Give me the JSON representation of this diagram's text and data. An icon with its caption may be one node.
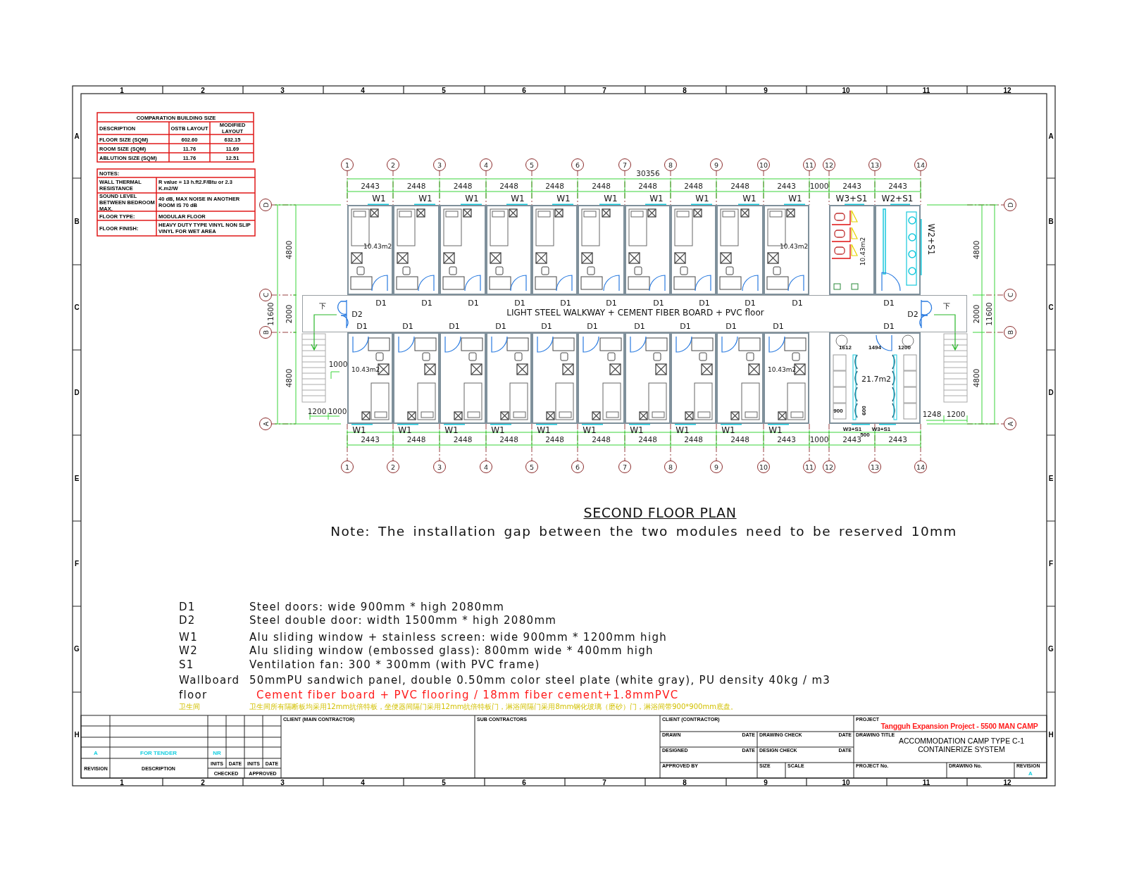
{
  "diagram": {
    "title": "SECOND FLOOR PLAN",
    "caption": "Note: The installation gap between the two modules need to be reserved 10mm",
    "nodes": [
      {
        "text": [
          "10.43m2"
        ]
      },
      {
        "text": [],
        "shape": "box"
      },
      {
        "text": [],
        "shape": "box"
      },
      {
        "text": [],
        "shape": "box"
      },
      {
        "text": [],
        "shape": "box"
      },
      {
        "text": [],
        "shape": "box"
      },
      {
        "text": [],
        "shape": "box"
      },
      {
        "text": [],
        "shape": "box"
      },
      {
        "text": [],
        "shape": "box"
      },
      {
        "text": [
          "10.43m2"
        ]
      },
      {
        "text": [
          "10.43m2"
        ]
      },
      {
        "text": [],
        "shape": "box"
      },
      {
        "text": [
          "LIGHT STEEL WALKWAY + CEMENT FIBER BOARD + PVC floor"
        ]
      },
      {
        "text": [
          "10.43m2"
        ]
      },
      {
        "text": [],
        "shape": "box"
      },
      {
        "text": [],
        "shape": "box"
      },
      {
        "text": [],
        "shape": "box"
      },
      {
        "text": [],
        "shape": "box"
      },
      {
        "text": [],
        "shape": "box"
      },
      {
        "text": [],
        "shape": "box"
      },
      {
        "text": [],
        "shape": "box"
      },
      {
        "text": [],
        "shape": "box"
      },
      {
        "text": [
          "10.43m2"
        ]
      },
      {
        "text": [
          "21.7m2"
        ]
      }
    ],
    "labels": [
      "1",
      "2",
      "3",
      "4",
      "5",
      "6",
      "7",
      "8",
      "9",
      "10",
      "11",
      "12",
      "A",
      "B",
      "C",
      "D",
      "E",
      "F",
      "G",
      "H",
      "A",
      "B",
      "C",
      "D",
      "E",
      "F",
      "G",
      "H",
      "1",
      "2",
      "3",
      "4",
      "5",
      "6",
      "7",
      "8",
      "9",
      "10",
      "11",
      "12",
      "COMPARATION BUILDING SIZE",
      "DESCRIPTION",
      "OSTB LAYOUT",
      "MODIFIED LAYOUT",
      "FLOOR SIZE (SQM)",
      "602.60",
      "632.15",
      "ROOM SIZE (SQM)",
      "11.76",
      "11.69",
      "ABLUTION SIZE (SQM)",
      "11.76",
      "12.51",
      "NOTES:",
      "WALL THERMAL RESISTANCE",
      "R value = 13 h.ft2.F/Btu or 2.3 K.m2/W",
      "SOUND LEVEL BETWEEN BEDROOM MAX.",
      "40 dB, MAX NOISE IN ANOTHER ROOM IS 70 dB",
      "FLOOR TYPE:",
      "MODULAR FLOOR",
      "FLOOR FINISH:",
      "HEAVY DUTY TYPE VINYL NON SLIP VINYL FOR WET AREA",
      "1",
      "2",
      "3",
      "4",
      "5",
      "6",
      "7",
      "8",
      "9",
      "10",
      "11",
      "12",
      "13",
      "14",
      "30356",
      "2443",
      "2448",
      "2448",
      "2448",
      "2448",
      "2448",
      "2448",
      "2448",
      "2448",
      "2443",
      "1000",
      "2443",
      "2443",
      "W1",
      "W1",
      "W1",
      "W1",
      "W1",
      "W1",
      "W1",
      "W1",
      "W1",
      "W1",
      "W3+S1",
      "W2+S1",
      "D",
      "C",
      "B",
      "A",
      "D",
      "C",
      "B",
      "A",
      "4800",
      "2000",
      "4800",
      "11600",
      "4800",
      "2000",
      "4800",
      "11600",
      "W2+S1",
      "D1",
      "D1",
      "D1",
      "D1",
      "D1",
      "D1",
      "D1",
      "D1",
      "D1",
      "D1",
      "D1",
      "下",
      "下",
      "D2",
      "D2",
      "D1",
      "D1",
      "D1",
      "D1",
      "D1",
      "D1",
      "D1",
      "D1",
      "D1",
      "D1",
      "D1",
      "1612",
      "1494",
      "1200",
      "1000",
      "1200",
      "1000",
      "900",
      "600",
      "1248",
      "1200",
      "W1",
      "W1",
      "W1",
      "W1",
      "W1",
      "W1",
      "W1",
      "W1",
      "W1",
      "W1",
      "W3+S1",
      "W3+S1",
      "500",
      "2443",
      "2448",
      "2448",
      "2448",
      "2448",
      "2448",
      "2448",
      "2448",
      "2448",
      "2443",
      "1000",
      "2443",
      "2443",
      "1",
      "2",
      "3",
      "4",
      "5",
      "6",
      "7",
      "8",
      "9",
      "10",
      "11",
      "12",
      "13",
      "14",
      "D1",
      "Steel doors: wide 900mm * high 2080mm",
      "D2",
      "Steel double door: width 1500mm * high 2080mm",
      "W1",
      "Alu sliding window + stainless screen: wide 900mm * 1200mm high",
      "W2",
      "Alu sliding window (embossed glass): 800mm wide * 400mm high",
      "S1",
      "Ventilation fan: 300 * 300mm (with PVC frame)",
      "Wallboard",
      "50mmPU sandwich panel, double 0.50mm color steel plate (white gray), PU density 40kg / m3",
      "floor",
      "Cement fiber board + PVC flooring / 18mm fiber cement+1.8mmPVC",
      "卫生间",
      "卫生间所有隔断板均采用12mm抗倍特板，坐便器间隔门采用12mm抗倍特板门，淋浴间隔门采用8mm钢化玻璃（磨砂）门，淋浴间带900*900mm底盘。",
      "A",
      "FOR TENDER",
      "NR",
      "INITS",
      "DATE",
      "INITS",
      "DATE",
      "REVISION",
      "DESCRIPTION",
      "CHECKED",
      "APPROVED",
      "CLIENT (MAIN CONTRACTOR)",
      "SUB CONTRACTORS",
      "CLIENT (CONTRACTOR)",
      "PROJECT",
      "Tangguh Expansion Project - 5500 MAN CAMP",
      "DRAWN",
      "DATE",
      "DRAWING CHECK",
      "DATE",
      "DRAWING TITLE",
      "ACCOMMODATION CAMP TYPE C-1 CONTAINERIZE SYSTEM",
      "DESIGNED",
      "DATE",
      "DESIGN CHECK",
      "DATE",
      "APPROVED BY",
      "SIZE",
      "SCALE",
      "PROJECT No.",
      "DRAWING No.",
      "REVISION",
      "A"
    ]
  }
}
